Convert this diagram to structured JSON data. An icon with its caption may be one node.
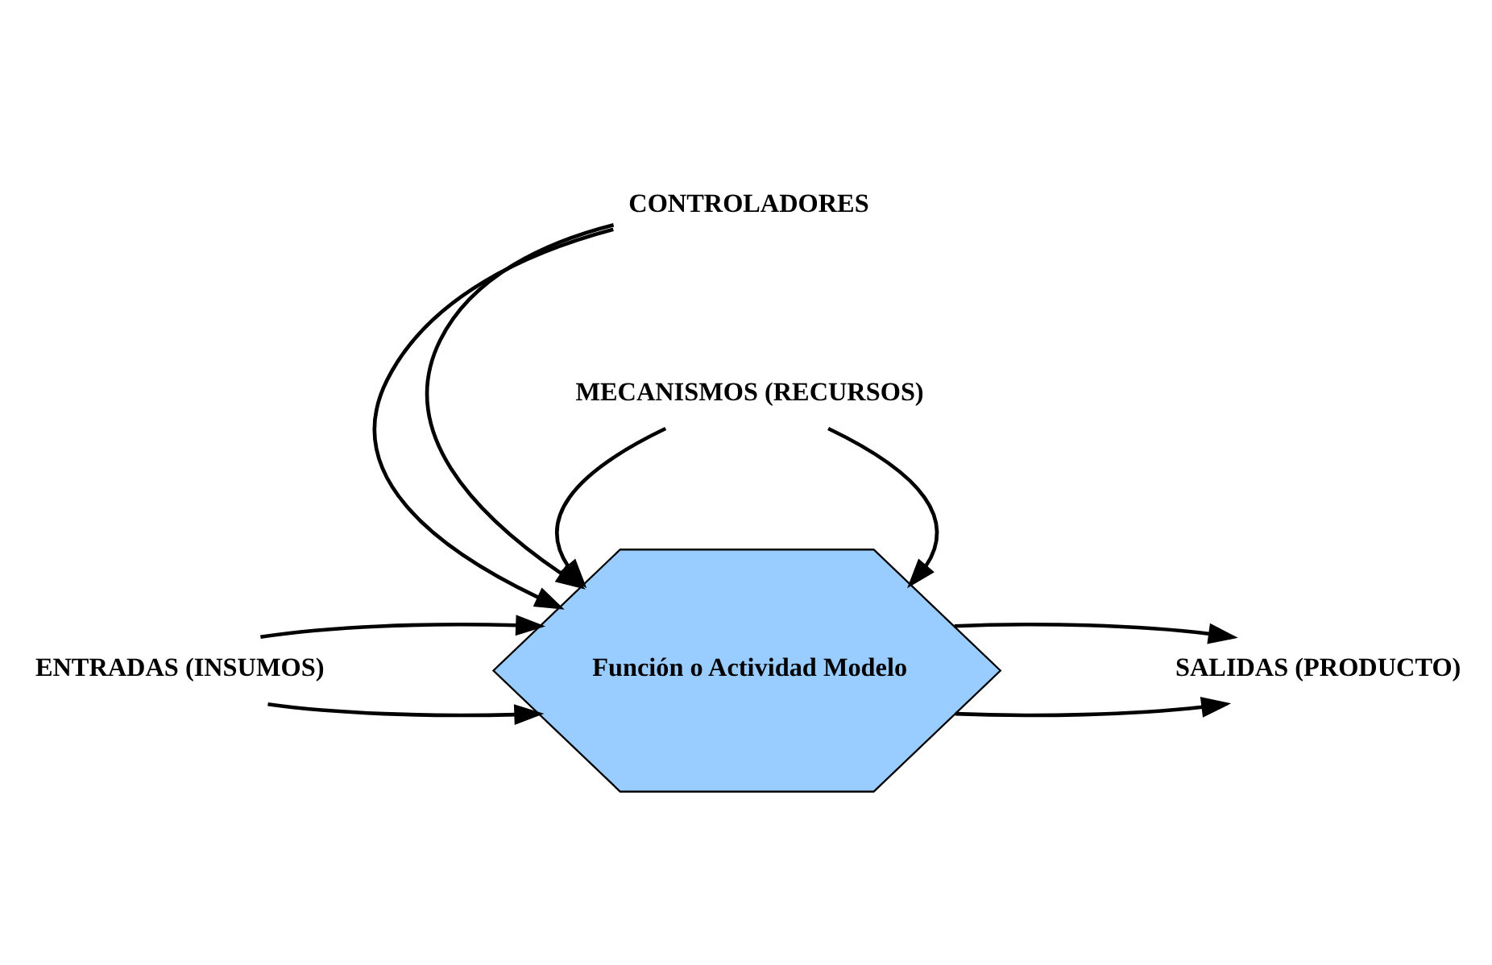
{
  "diagram": {
    "nodes": [
      {
        "text": [
          "CONTROLADORES"
        ]
      },
      {
        "text": [
          "ENTRADAS (INSUMOS)"
        ]
      },
      {
        "text": [
          "Función o Actividad Modelo"
        ]
      },
      {
        "text": [
          "SALIDAS (PRODUCTO)"
        ]
      },
      {
        "text": [
          "MECANISMOS (RECURSOS)"
        ]
      }
    ],
    "edges": [
      {
        "from": 0,
        "to": 2,
        "arrow": "to"
      },
      {
        "from": 0,
        "to": 2,
        "arrow": "to"
      },
      {
        "from": 1,
        "to": 2,
        "arrow": "to"
      },
      {
        "from": 1,
        "to": 2,
        "arrow": "to"
      },
      {
        "from": 2,
        "to": 3,
        "arrow": "to"
      },
      {
        "from": 2,
        "to": 3,
        "arrow": "to"
      },
      {
        "from": 4,
        "to": 2,
        "arrow": "to"
      },
      {
        "from": 4,
        "to": 2,
        "arrow": "to"
      }
    ]
  }
}
